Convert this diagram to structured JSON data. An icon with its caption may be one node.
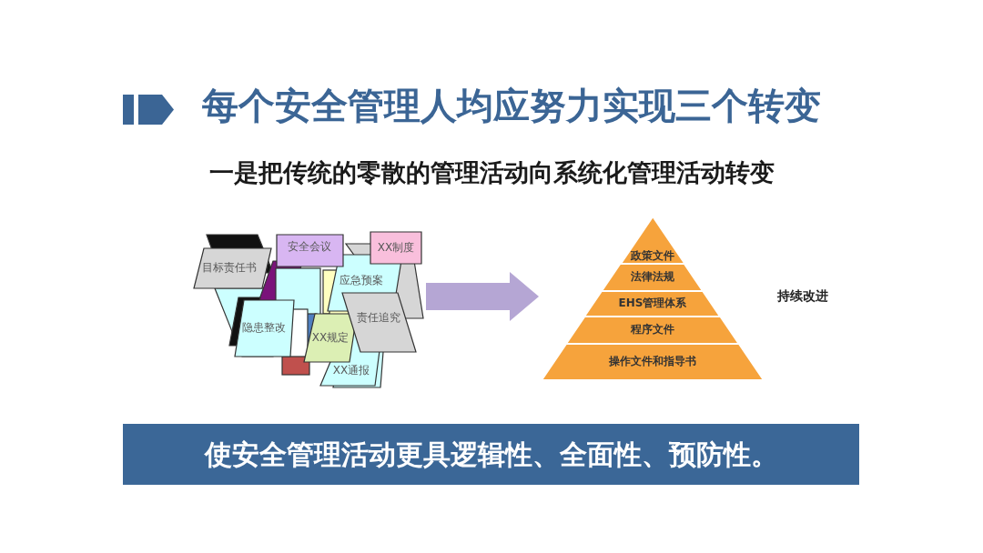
{
  "diagram": {
    "title": "每个安全管理人均应努力实现三个转变",
    "nodes": [
      {
        "text": [],
        "shape": "picture"
      },
      {
        "text": [
          "目标责任书"
        ],
        "in": 0
      },
      {
        "text": [
          "安全会议"
        ],
        "in": 0
      },
      {
        "text": [
          "XX制度"
        ],
        "in": 0
      },
      {
        "text": [
          "应急预案"
        ],
        "in": 0
      },
      {
        "text": [
          "责任追究"
        ],
        "in": 0
      },
      {
        "text": [
          "隐患整改"
        ],
        "in": 0
      },
      {
        "text": [
          "XX规定"
        ],
        "in": 0
      },
      {
        "text": [
          "XX通报"
        ],
        "in": 0
      },
      {
        "text": [],
        "shape": "triangle",
        "beside": [
          "持续改进"
        ]
      },
      {
        "text": [
          "政策文件"
        ],
        "in": 9
      },
      {
        "text": [
          "法律法规"
        ],
        "in": 9
      },
      {
        "text": [
          "EHS管理体系"
        ],
        "in": 9
      },
      {
        "text": [
          "程序文件"
        ],
        "in": 9
      },
      {
        "text": [
          "操作文件和指导书"
        ],
        "in": 9
      },
      {
        "text": [
          "使安全管理活动更具逻辑性、全面性、预防性。"
        ]
      }
    ],
    "edges": [
      {
        "from": 0,
        "to": 9,
        "arrow": "to"
      }
    ],
    "labels": [
      "一是把传统的零散的管理活动向系统化管理活动转变"
    ]
  }
}
